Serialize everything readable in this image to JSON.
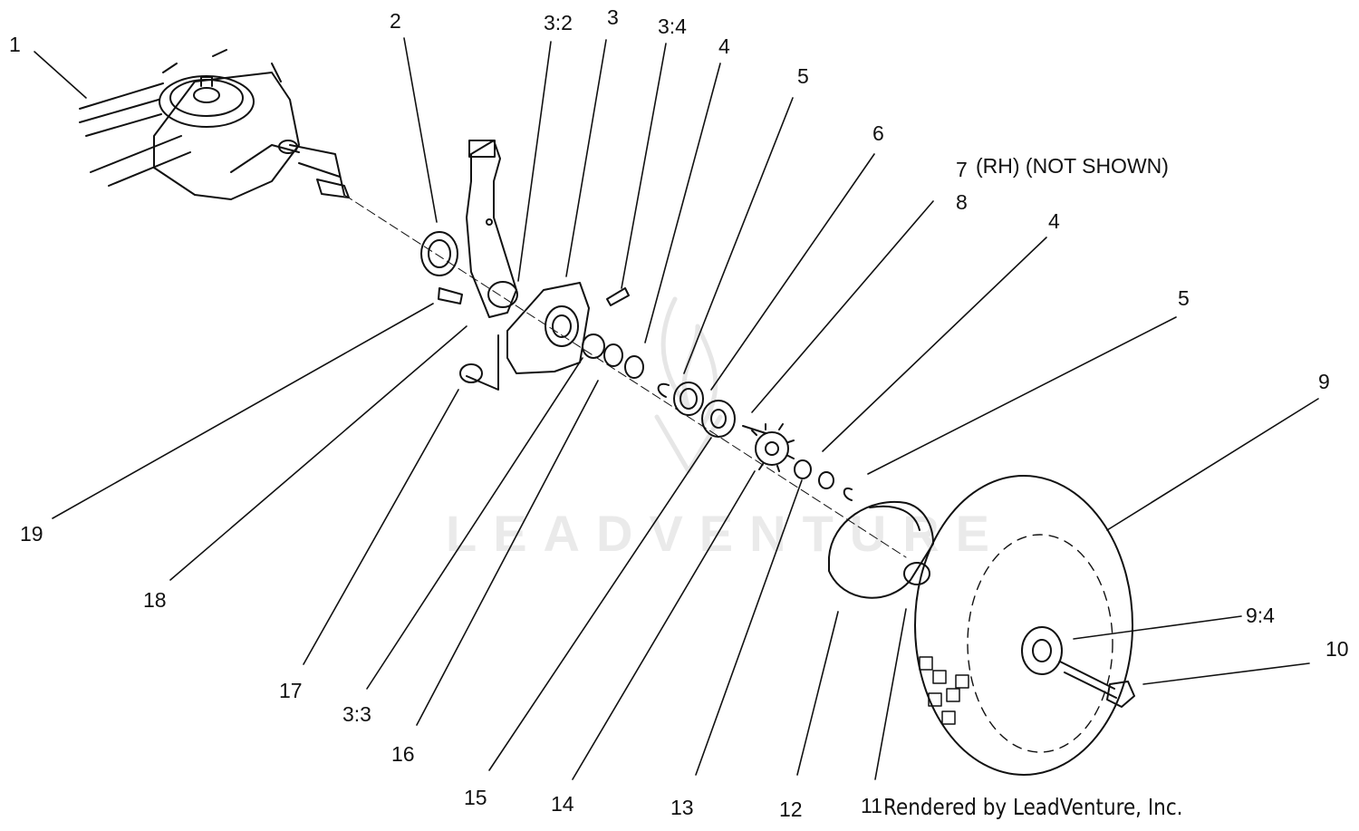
{
  "diagram": {
    "watermark_text": "LEADVENTURE",
    "credit_text": "Rendered by LeadVenture, Inc.",
    "note_text": "(RH) (NOT SHOWN)",
    "callouts": [
      {
        "id": "c1",
        "label": "1"
      },
      {
        "id": "c2",
        "label": "2"
      },
      {
        "id": "c3_2",
        "label": "3:2"
      },
      {
        "id": "c3",
        "label": "3"
      },
      {
        "id": "c3_4",
        "label": "3:4"
      },
      {
        "id": "c4a",
        "label": "4"
      },
      {
        "id": "c5a",
        "label": "5"
      },
      {
        "id": "c6",
        "label": "6"
      },
      {
        "id": "c7",
        "label": "7"
      },
      {
        "id": "c8",
        "label": "8"
      },
      {
        "id": "c4b",
        "label": "4"
      },
      {
        "id": "c5b",
        "label": "5"
      },
      {
        "id": "c9",
        "label": "9"
      },
      {
        "id": "c9_4",
        "label": "9:4"
      },
      {
        "id": "c10",
        "label": "10"
      },
      {
        "id": "c11",
        "label": "11"
      },
      {
        "id": "c12",
        "label": "12"
      },
      {
        "id": "c13",
        "label": "13"
      },
      {
        "id": "c14",
        "label": "14"
      },
      {
        "id": "c15",
        "label": "15"
      },
      {
        "id": "c16",
        "label": "16"
      },
      {
        "id": "c3_3",
        "label": "3:3"
      },
      {
        "id": "c17",
        "label": "17"
      },
      {
        "id": "c18",
        "label": "18"
      },
      {
        "id": "c19",
        "label": "19"
      }
    ]
  }
}
